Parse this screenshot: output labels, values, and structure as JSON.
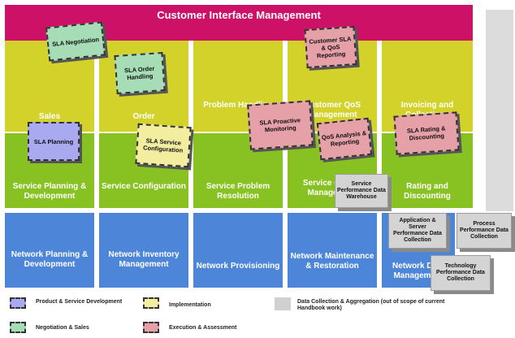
{
  "banner": {
    "title": "Customer Interface Management"
  },
  "columns": [
    {
      "yellow_label": "Sales",
      "green_label": "Service Planning & Development",
      "blue_label": "Network Planning & Development"
    },
    {
      "yellow_label": "Order",
      "green_label": "Service Configuration",
      "blue_label": "Network Inventory Management"
    },
    {
      "yellow_label": "Problem Handling",
      "green_label": "Service Problem Resolution",
      "blue_label": "Network Provisioning"
    },
    {
      "yellow_label": "Customer QoS Management",
      "green_label": "Service Quality Management",
      "blue_label": "Network Maintenance & Restoration"
    },
    {
      "yellow_label": "Invoicing and Collections",
      "green_label": "Rating and Discounting",
      "blue_label": "Network Data Management"
    }
  ],
  "sla_boxes": {
    "negotiation": "SLA Negotiation",
    "order_handling": "SLA Order Handling",
    "planning": "SLA Planning",
    "configuration": "SLA Service Configuration",
    "proactive": "SLA Proactive Monitoring",
    "customer_reporting": "Customer SLA & QoS Reporting",
    "qos_analysis": "QoS Analysis & Reporting",
    "rating": "SLA Rating & Discounting"
  },
  "data_boxes": {
    "warehouse": "Service Performance Data Warehouse",
    "app_server": "Application & Server Performance Data Collection",
    "process": "Process Performance Data Collection",
    "technology": "Technology Performance Data Collection"
  },
  "legend": {
    "product": "Product & Service Development",
    "implementation": "Implementation",
    "data": "Data Collection & Aggregation (out of scope of current Handbook work)",
    "negotiation": "Negotiation & Sales",
    "execution": "Execution & Assessment"
  }
}
